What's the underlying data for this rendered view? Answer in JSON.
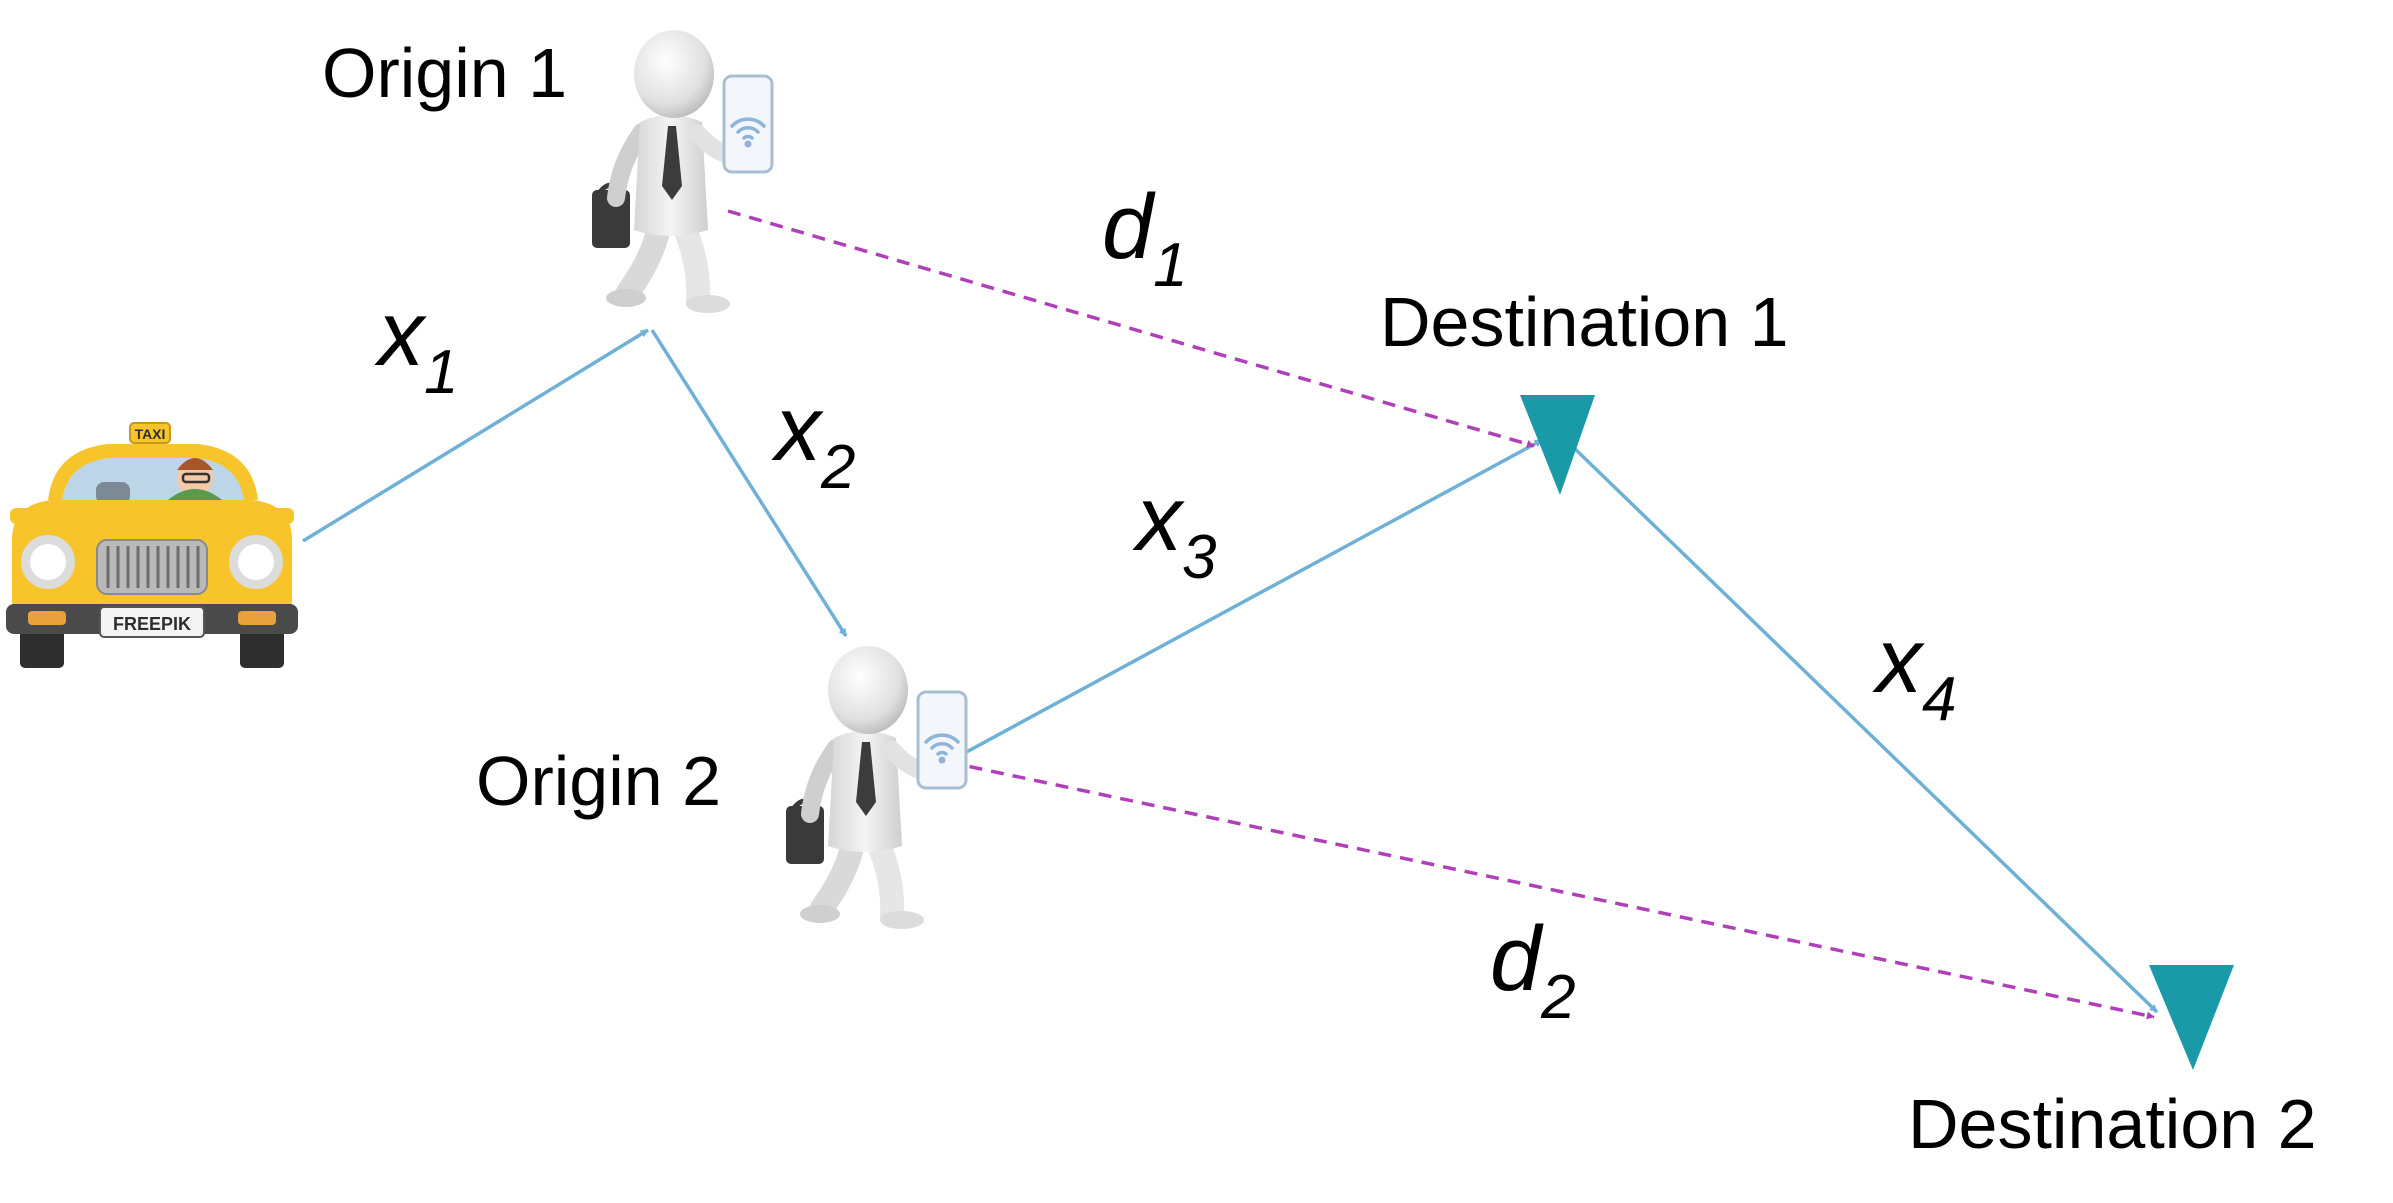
{
  "colors": {
    "route": "#6fb1d6",
    "direct": "#b040b8",
    "destination": "#1a9aa6",
    "taxi_body": "#f7c52b",
    "figure": "#e4e4e4"
  },
  "icons": {
    "vehicle": "taxi-icon",
    "passenger": "businessman-with-phone-icon",
    "destination": "triangle-down-icon"
  },
  "taxi": {
    "sign": "TAXI",
    "plate": "FREEPIK"
  },
  "nodes": {
    "origin1": {
      "label": "Origin 1"
    },
    "origin2": {
      "label": "Origin 2"
    },
    "destination1": {
      "label": "Destination 1"
    },
    "destination2": {
      "label": "Destination 2"
    }
  },
  "edges": {
    "x1": {
      "symbol": "x",
      "sub": "1"
    },
    "x2": {
      "symbol": "x",
      "sub": "2"
    },
    "x3": {
      "symbol": "x",
      "sub": "3"
    },
    "x4": {
      "symbol": "x",
      "sub": "4"
    },
    "d1": {
      "symbol": "d",
      "sub": "1"
    },
    "d2": {
      "symbol": "d",
      "sub": "2"
    }
  }
}
